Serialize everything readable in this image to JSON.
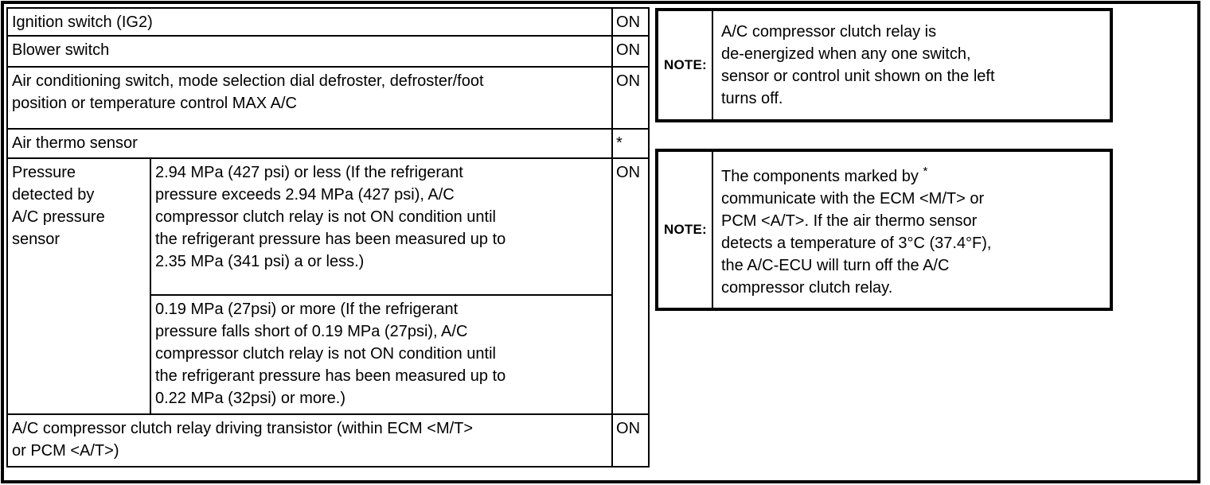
{
  "colors": {
    "border": "#000000",
    "background": "#ffffff",
    "text": "#000000"
  },
  "table": {
    "row1": {
      "label": "Ignition switch (IG2)",
      "state": "ON"
    },
    "row2": {
      "label": "Blower switch",
      "state": "ON"
    },
    "row3": {
      "label_lines": [
        "Air conditioning switch, mode selection dial defroster, defroster/foot",
        "position or temperature control MAX A/C"
      ],
      "state": "ON"
    },
    "row4": {
      "label": "Air thermo sensor",
      "state": "*"
    },
    "row5": {
      "label_lines": [
        "Pressure",
        "detected by",
        "A/C pressure",
        "sensor"
      ],
      "state": "ON",
      "condition1_lines": [
        "2.94 MPa (427 psi) or less (If the refrigerant",
        "pressure exceeds 2.94 MPa (427 psi), A/C",
        "compressor clutch relay is not ON condition until",
        "the refrigerant pressure has been measured up to",
        "2.35 MPa (341 psi) a or less.)"
      ],
      "condition2_lines": [
        "0.19 MPa (27psi) or more (If the refrigerant",
        "pressure falls short of 0.19 MPa (27psi), A/C",
        "compressor clutch relay is not ON condition until",
        "the refrigerant pressure has been measured up to",
        "0.22 MPa (32psi) or more.)"
      ]
    },
    "row6": {
      "label_lines": [
        "A/C compressor clutch relay driving transistor (within ECM <M/T>",
        "or PCM <A/T>)"
      ],
      "state": "ON"
    }
  },
  "notes": {
    "note1": {
      "label": "NOTE:",
      "lines": [
        "A/C compressor clutch relay is",
        "de-energized when any one switch,",
        "sensor or control unit shown on the left",
        "turns off."
      ]
    },
    "note2": {
      "label": "NOTE:",
      "line1": "The components marked by ",
      "sup": "*",
      "rest_lines": [
        "communicate with the ECM <M/T> or",
        "PCM <A/T>. If the air thermo sensor",
        "detects a temperature of 3°C (37.4°F),",
        "the A/C-ECU will turn off the A/C",
        "compressor clutch relay."
      ]
    }
  }
}
